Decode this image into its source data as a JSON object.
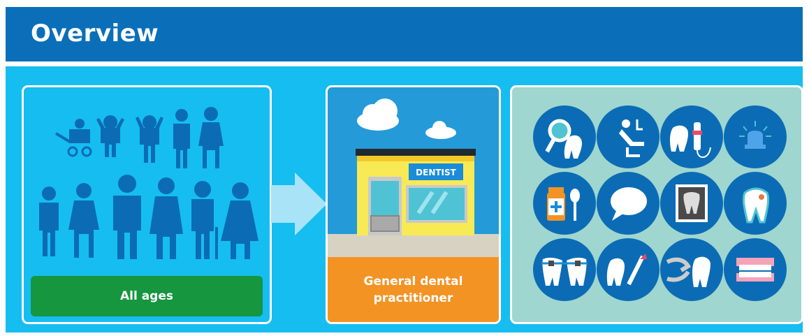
{
  "header": {
    "title": "Overview"
  },
  "people_panel": {
    "label": "All ages"
  },
  "dentist_panel": {
    "sign": "DENTIST",
    "label": "General dental practitioner"
  },
  "services_panel": {
    "icons": [
      "dental-examination-icon",
      "dental-chair-icon",
      "dental-drill-icon",
      "emergency-light-icon",
      "medication-icon",
      "speech-bubble-icon",
      "dental-xray-icon",
      "tooth-decay-icon",
      "braces-icon",
      "scalpel-icon",
      "tooth-extraction-icon",
      "dentures-icon"
    ]
  },
  "colors": {
    "header": "#0a6fb8",
    "band": "#16bdf0",
    "green": "#15963f",
    "orange": "#f39324",
    "circle": "#0b6cb5",
    "services_bg": "#9fd6cf"
  }
}
